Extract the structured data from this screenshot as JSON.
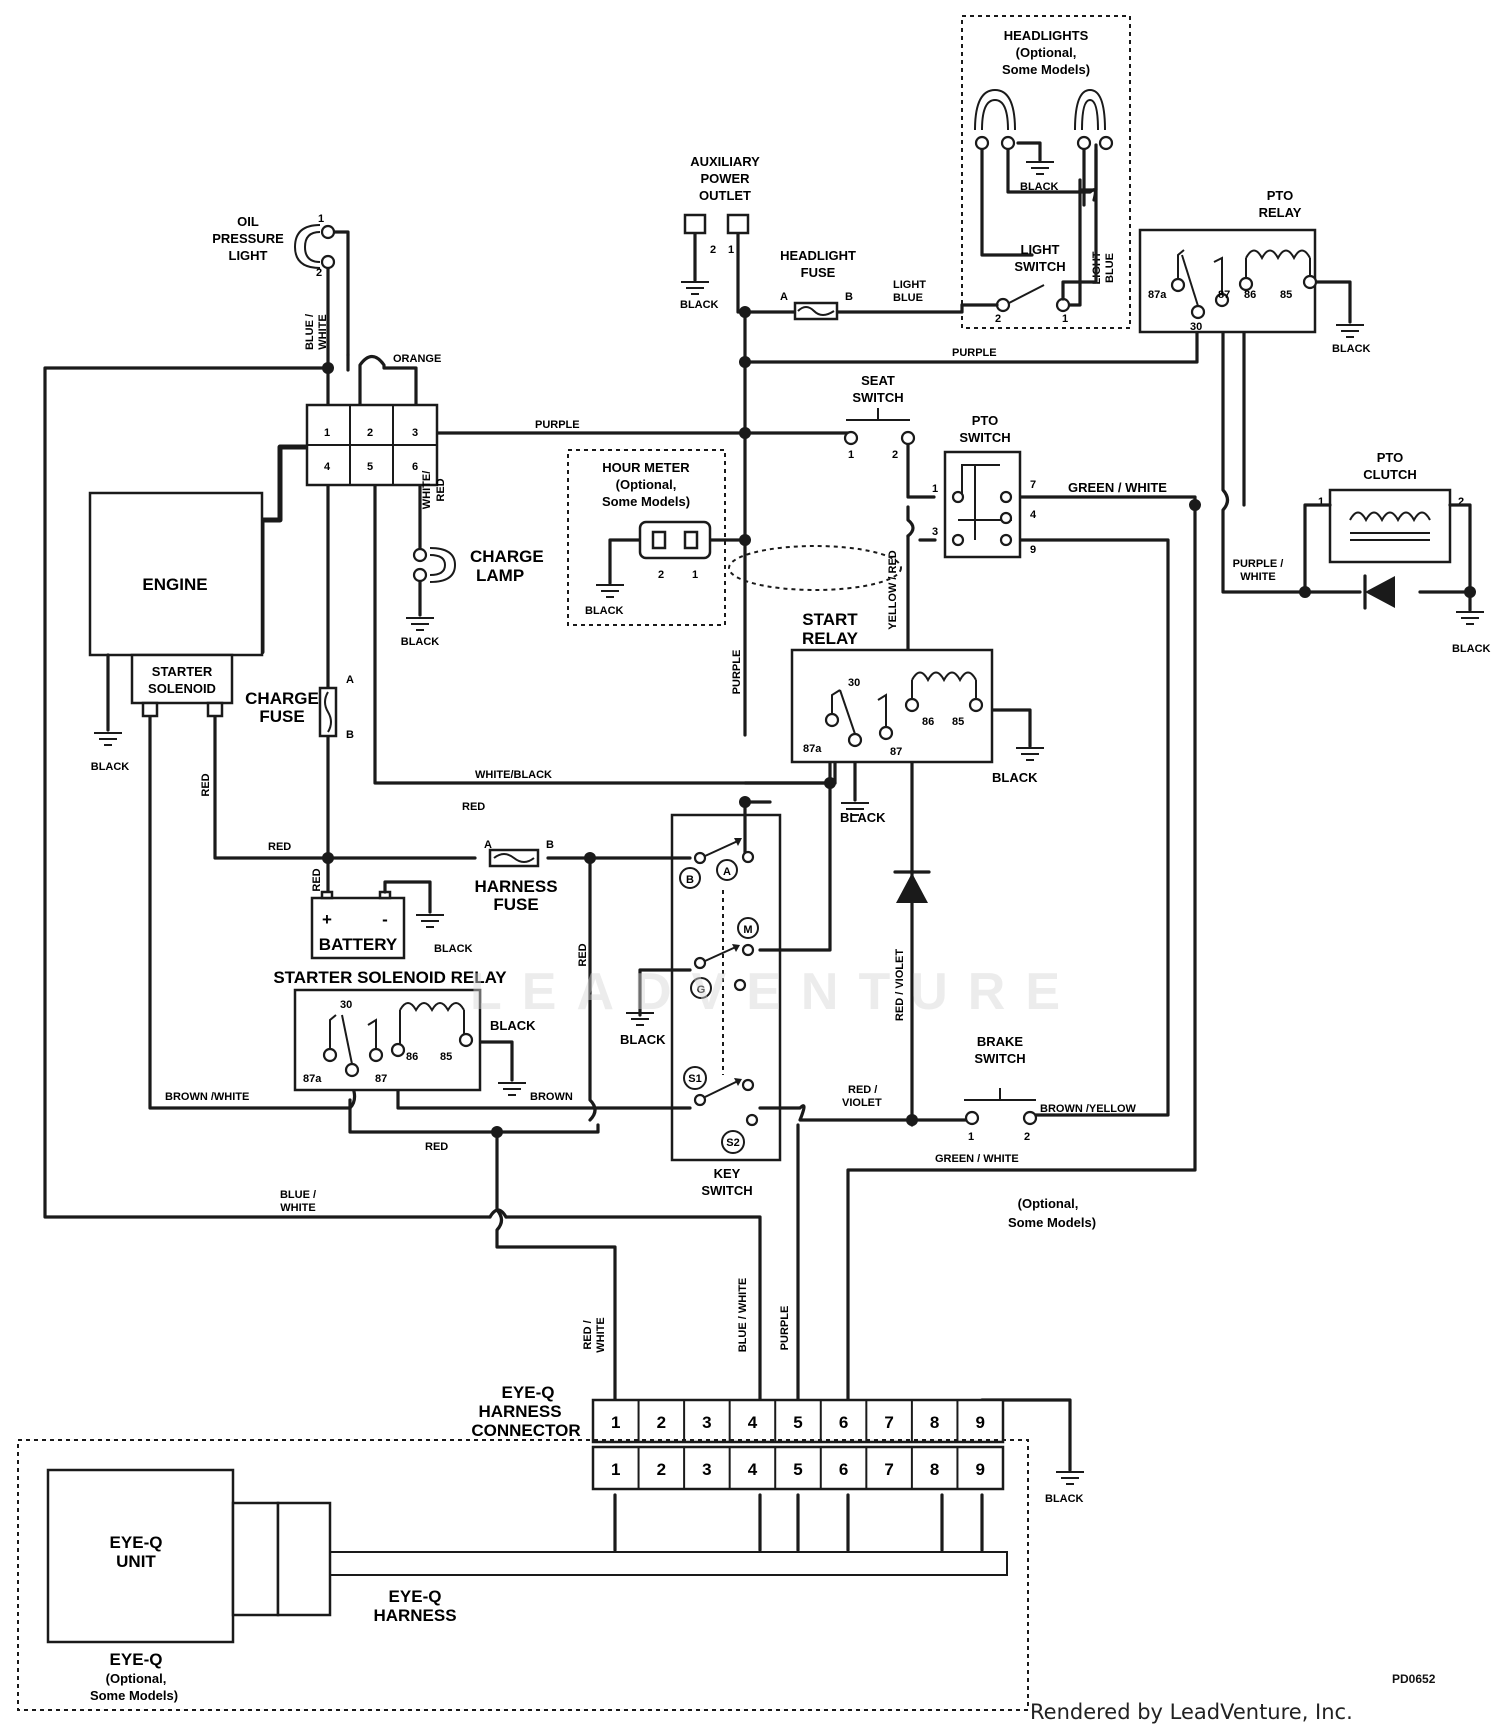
{
  "labels": {
    "oil_pressure_light": [
      "OIL",
      "PRESSURE",
      "LIGHT"
    ],
    "headlights": [
      "HEADLIGHTS",
      "(Optional,",
      "Some Models)"
    ],
    "aux_power_outlet": [
      "AUXILIARY",
      "POWER",
      "OUTLET"
    ],
    "headlight_fuse": [
      "HEADLIGHT",
      "FUSE"
    ],
    "light_switch": [
      "LIGHT",
      "SWITCH"
    ],
    "pto_relay": [
      "PTO",
      "RELAY"
    ],
    "seat_switch": [
      "SEAT",
      "SWITCH"
    ],
    "pto_switch": [
      "PTO",
      "SWITCH"
    ],
    "pto_clutch": [
      "PTO",
      "CLUTCH"
    ],
    "hour_meter": [
      "HOUR METER",
      "(Optional,",
      "Some Models)"
    ],
    "charge_lamp": [
      "CHARGE",
      "LAMP"
    ],
    "engine": "ENGINE",
    "starter_solenoid": [
      "STARTER",
      "SOLENOID"
    ],
    "charge_fuse": [
      "CHARGE",
      "FUSE"
    ],
    "start_relay": [
      "START",
      "RELAY"
    ],
    "harness_fuse": [
      "HARNESS",
      "FUSE"
    ],
    "battery": "BATTERY",
    "starter_solenoid_relay": "STARTER SOLENOID RELAY",
    "key_switch": [
      "KEY",
      "SWITCH"
    ],
    "brake_switch": [
      "BRAKE",
      "SWITCH"
    ],
    "optional_some_models": [
      "(Optional,",
      "Some Models)"
    ],
    "eyeq_harness_connector": [
      "EYE-Q",
      "HARNESS",
      "CONNECTOR"
    ],
    "eyeq_unit": [
      "EYE-Q",
      "UNIT"
    ],
    "eyeq_harness": [
      "EYE-Q",
      "HARNESS"
    ],
    "eyeq_optional": [
      "EYE-Q",
      "(Optional,",
      "Some Models)"
    ]
  },
  "wires": {
    "blue_white": [
      "BLUE /",
      "WHITE"
    ],
    "blue_white_vertical": "BLUE / WHITE",
    "orange": "ORANGE",
    "purple": "PURPLE",
    "light_blue": [
      "LIGHT",
      "BLUE"
    ],
    "black": "BLACK",
    "green_white": "GREEN / WHITE",
    "purple_white": [
      "PURPLE /",
      "WHITE"
    ],
    "white_red": [
      "WHITE/",
      "RED"
    ],
    "yellow_red": "YELLOW / RED",
    "white_black": "WHITE/BLACK",
    "red": "RED",
    "red_violet_vertical": "RED / VIOLET",
    "red_violet": [
      "RED /",
      "VIOLET"
    ],
    "brown_white": "BROWN /WHITE",
    "brown": "BROWN",
    "brown_yellow": "BROWN /YELLOW",
    "red_white": [
      "RED /",
      "WHITE"
    ]
  },
  "terminals": {
    "fuse_a": "A",
    "fuse_b": "B",
    "t1": "1",
    "t2": "2",
    "t3": "3",
    "t4": "4",
    "t5": "5",
    "t6": "6",
    "t7": "7",
    "t9": "9",
    "r30": "30",
    "r85": "85",
    "r86": "86",
    "r87": "87",
    "r87a": "87a",
    "plus": "+",
    "minus": "-",
    "key_a": "A",
    "key_b": "B",
    "key_m": "M",
    "key_g": "G",
    "key_s1": "S1",
    "key_s2": "S2"
  },
  "connector_pins": [
    "1",
    "2",
    "3",
    "4",
    "5",
    "6",
    "7",
    "8",
    "9"
  ],
  "watermark": "LEADVENTURE",
  "drawing_code": "PD0652",
  "footer": "Rendered by LeadVenture, Inc."
}
